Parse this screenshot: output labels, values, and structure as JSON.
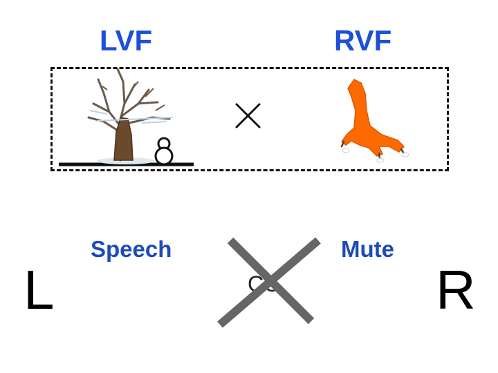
{
  "visual_fields": {
    "left": "LVF",
    "right": "RVF"
  },
  "hemispheres": {
    "left_function": "Speech",
    "right_function": "Mute"
  },
  "sides": {
    "left": "L",
    "right": "R"
  },
  "corpus_callosum_label": "CC",
  "icons": {
    "left_stimulus": "tree-icon",
    "right_stimulus": "bird-foot-icon",
    "fixation": "fixation-cross-icon",
    "person": "snowman-icon",
    "cut": "cut-x-icon"
  },
  "colors": {
    "label_blue": "#1d4fd8",
    "foot_orange": "#ff6a00",
    "cut_gray": "#666666"
  }
}
